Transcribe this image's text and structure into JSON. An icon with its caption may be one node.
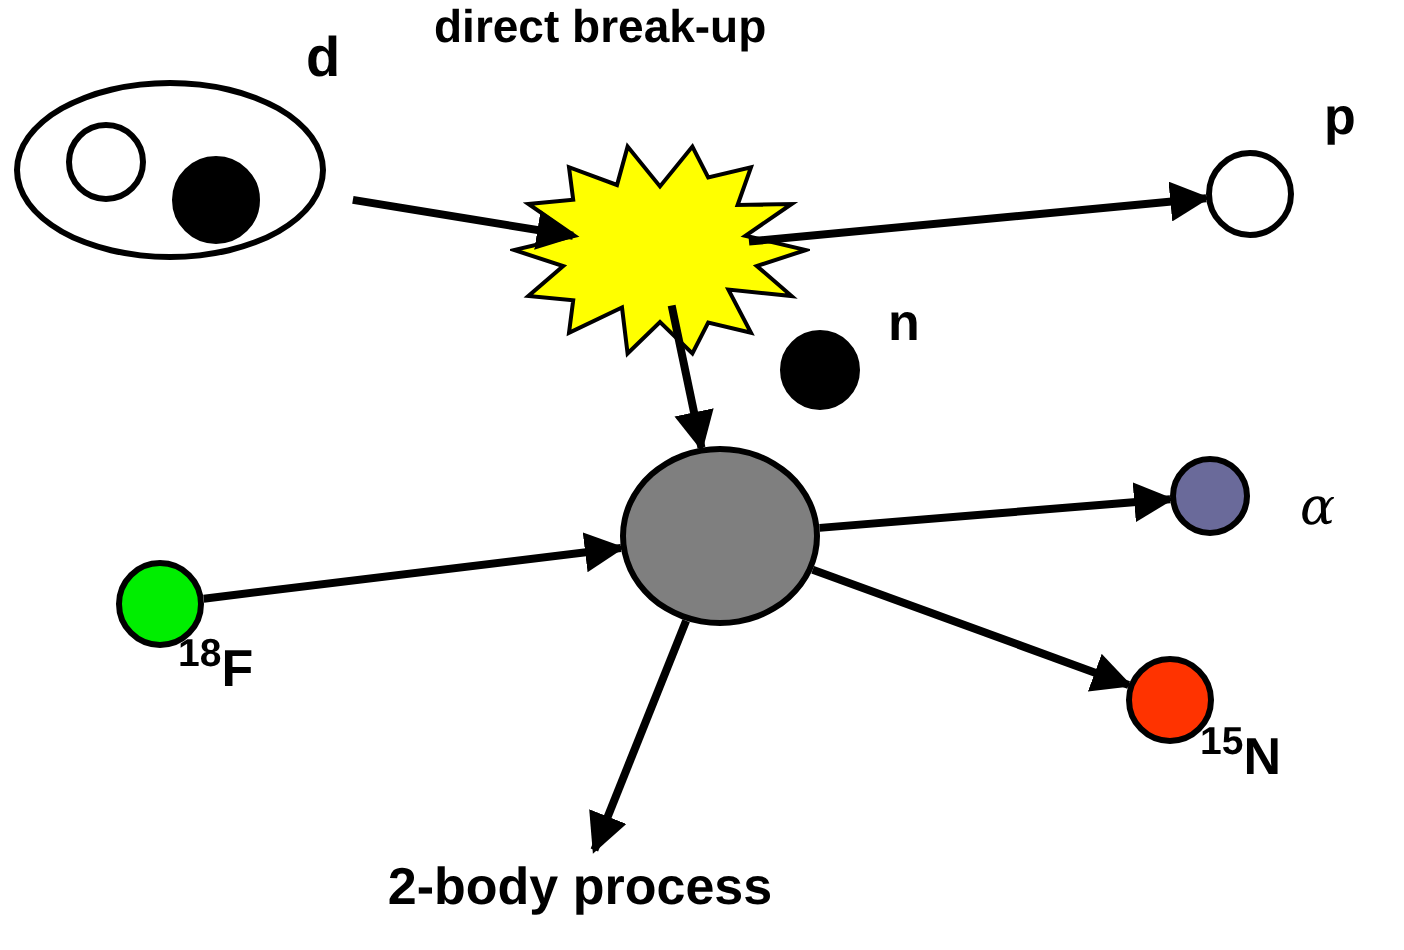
{
  "diagram": {
    "nodes": [
      {
        "text": [],
        "shape": "ellipse",
        "beside": [
          "d"
        ]
      },
      {
        "text": [],
        "shape": "circle",
        "in": 0
      },
      {
        "text": [],
        "shape": "circle",
        "in": 0
      },
      {
        "text": [],
        "shape": "star",
        "beside": [
          "direct break-up"
        ]
      },
      {
        "text": [],
        "shape": "circle",
        "beside": [
          "p"
        ]
      },
      {
        "text": [],
        "shape": "circle",
        "beside": [
          "n"
        ]
      },
      {
        "text": [],
        "shape": "ellipse"
      },
      {
        "text": [],
        "shape": "circle",
        "beside": [
          "$^{18}$F"
        ]
      },
      {
        "text": [],
        "shape": "circle",
        "beside": [
          "α"
        ]
      },
      {
        "text": [],
        "shape": "circle",
        "beside": [
          "$^{15}$N"
        ]
      },
      {
        "text": [
          "2-body process"
        ]
      }
    ],
    "edges": [
      {
        "from": 0,
        "to": 3,
        "arrow": "to"
      },
      {
        "from": 3,
        "to": 4,
        "arrow": "to"
      },
      {
        "from": 3,
        "to": 6,
        "arrow": "to"
      },
      {
        "from": 7,
        "to": 6,
        "arrow": "to"
      },
      {
        "from": 6,
        "to": 8,
        "arrow": "to"
      },
      {
        "from": 6,
        "to": 9,
        "arrow": "to"
      },
      {
        "from": 6,
        "to": 10,
        "arrow": "to"
      }
    ]
  }
}
